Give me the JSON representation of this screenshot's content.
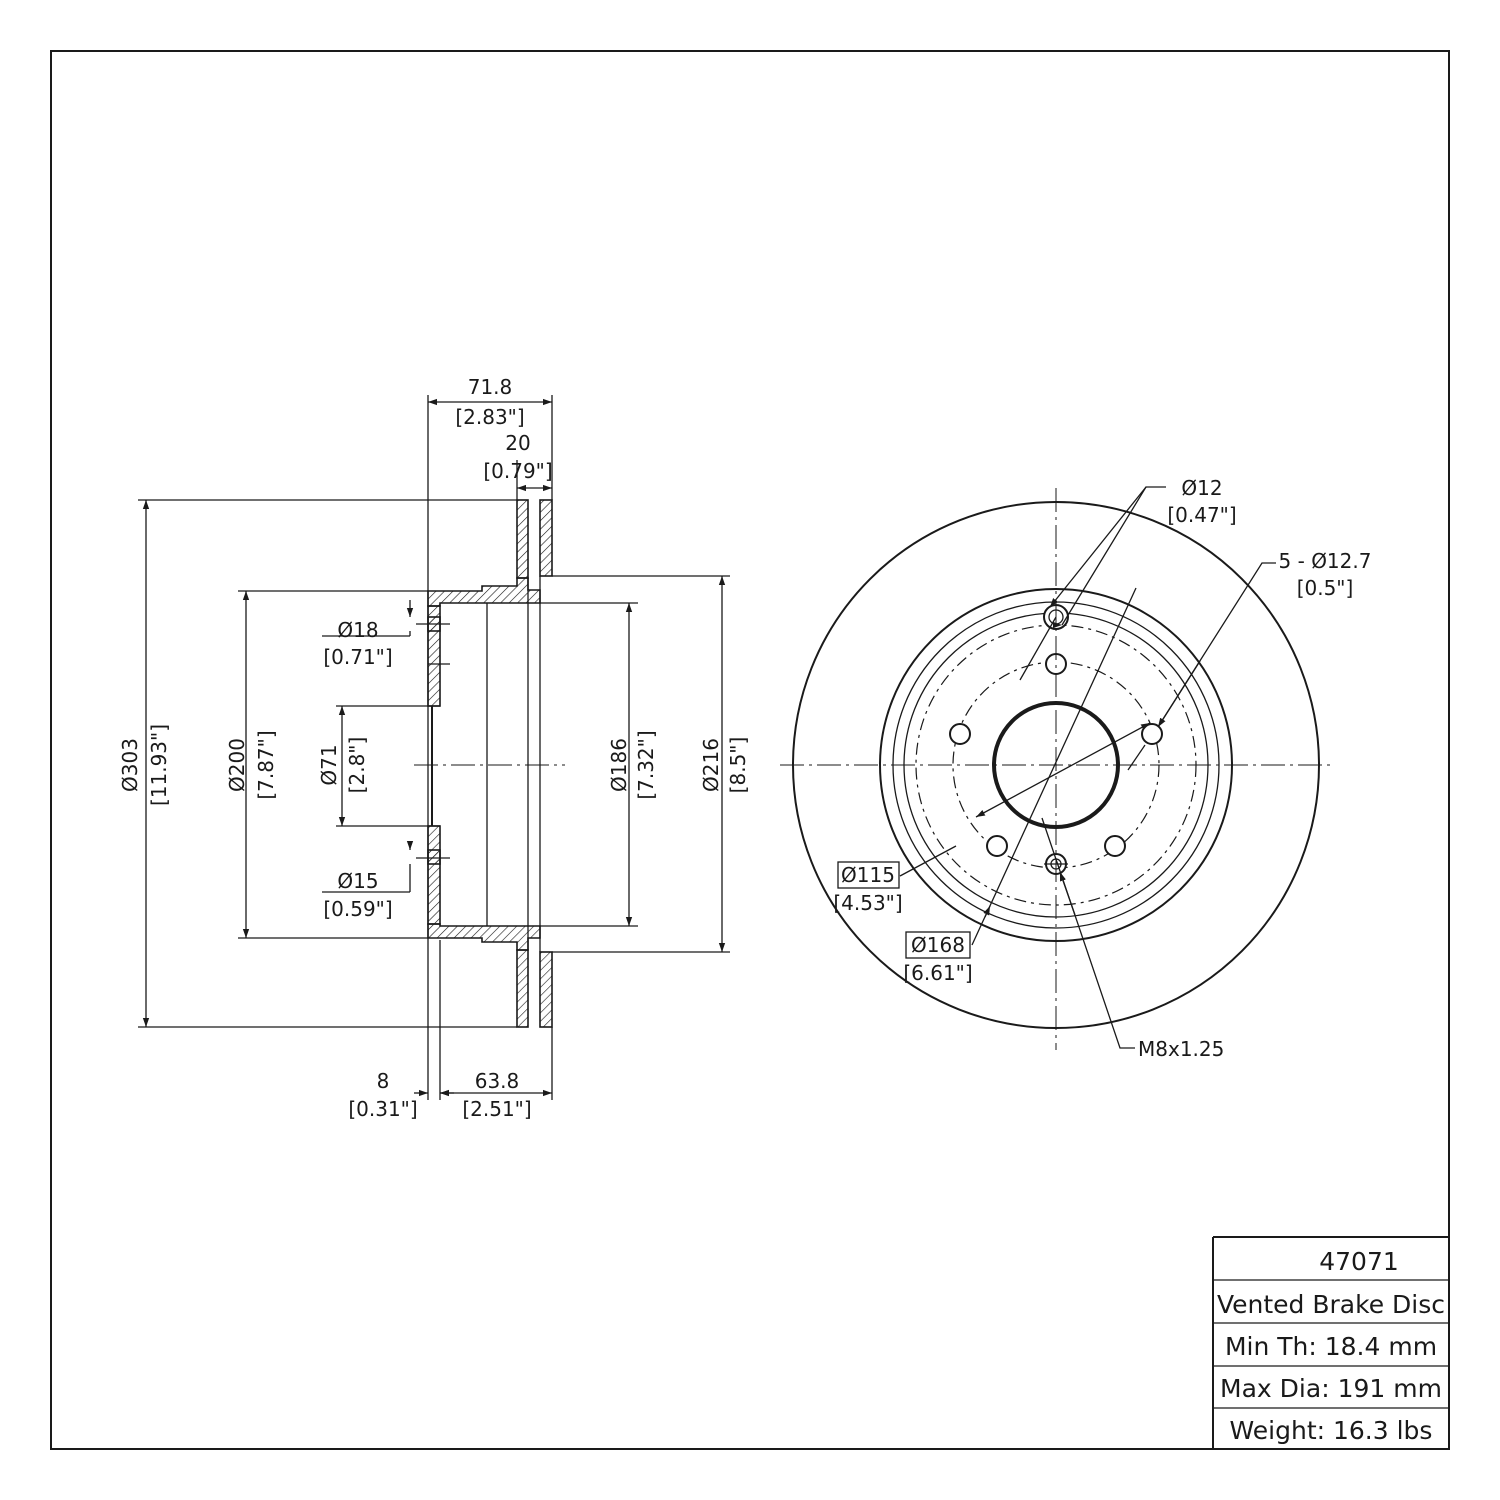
{
  "part_number": "47071",
  "description": "Vented Brake Disc",
  "specs": {
    "min_thickness": "Min Th: 18.4 mm",
    "max_diameter": "Max Dia: 191 mm",
    "weight": "Weight: 16.3 lbs"
  },
  "side_view": {
    "total_height": {
      "mm": "71.8",
      "in": "[2.83\"]"
    },
    "disc_thickness": {
      "mm": "20",
      "in": "[0.79\"]"
    },
    "outer_diameter": {
      "mm": "Ø303",
      "in": "[11.93\"]"
    },
    "hat_diameter": {
      "mm": "Ø200",
      "in": "[7.87\"]"
    },
    "center_bore": {
      "mm": "Ø71",
      "in": "[2.8\"]"
    },
    "hole_upper": {
      "mm": "Ø18",
      "in": "[0.71\"]"
    },
    "hole_lower": {
      "mm": "Ø15",
      "in": "[0.59\"]"
    },
    "drum_inner_diameter": {
      "mm": "Ø186",
      "in": "[7.32\"]"
    },
    "drum_outer_diameter": {
      "mm": "Ø216",
      "in": "[8.5\"]"
    },
    "hat_thickness": {
      "mm": "8",
      "in": "[0.31\"]"
    },
    "offset": {
      "mm": "63.8",
      "in": "[2.51\"]"
    }
  },
  "front_view": {
    "pilot_hole": {
      "mm": "Ø12",
      "in": "[0.47\"]"
    },
    "lug_holes": {
      "mm": "5 - Ø12.7",
      "in": "[0.5\"]"
    },
    "bolt_circle": {
      "mm": "Ø115",
      "in": "[4.53\"]"
    },
    "hat_circle": {
      "mm": "Ø168",
      "in": "[6.61\"]"
    },
    "thread": "M8x1.25"
  }
}
